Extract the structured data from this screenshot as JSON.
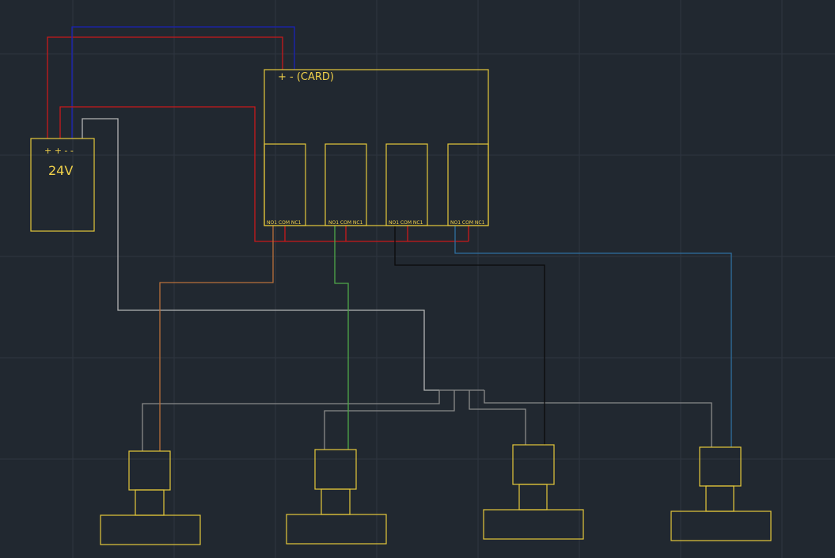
{
  "diagram": {
    "power_supply": {
      "terminals": "+ + - -",
      "voltage": "24V"
    },
    "card": {
      "label": "+  -  (CARD)",
      "relays": [
        {
          "terminals": "NO1 COM NC1"
        },
        {
          "terminals": "NO1 COM NC1"
        },
        {
          "terminals": "NO1 COM NC1"
        },
        {
          "terminals": "NO1 COM NC1"
        }
      ]
    },
    "devices_count": 4,
    "colors": {
      "background": "#212830",
      "grid": "#2e3640",
      "component_outline": "#e5c83a",
      "label_text": "#f2d24a",
      "wire_positive": "#c8191b",
      "wire_negative": "#1a22b8",
      "wire_common_negative": "#b4b4b4",
      "wire_relay1": "#b8703a",
      "wire_relay2": "#4fa84a",
      "wire_relay3": "#0a0a0a",
      "wire_relay4": "#2f6fa0"
    }
  }
}
